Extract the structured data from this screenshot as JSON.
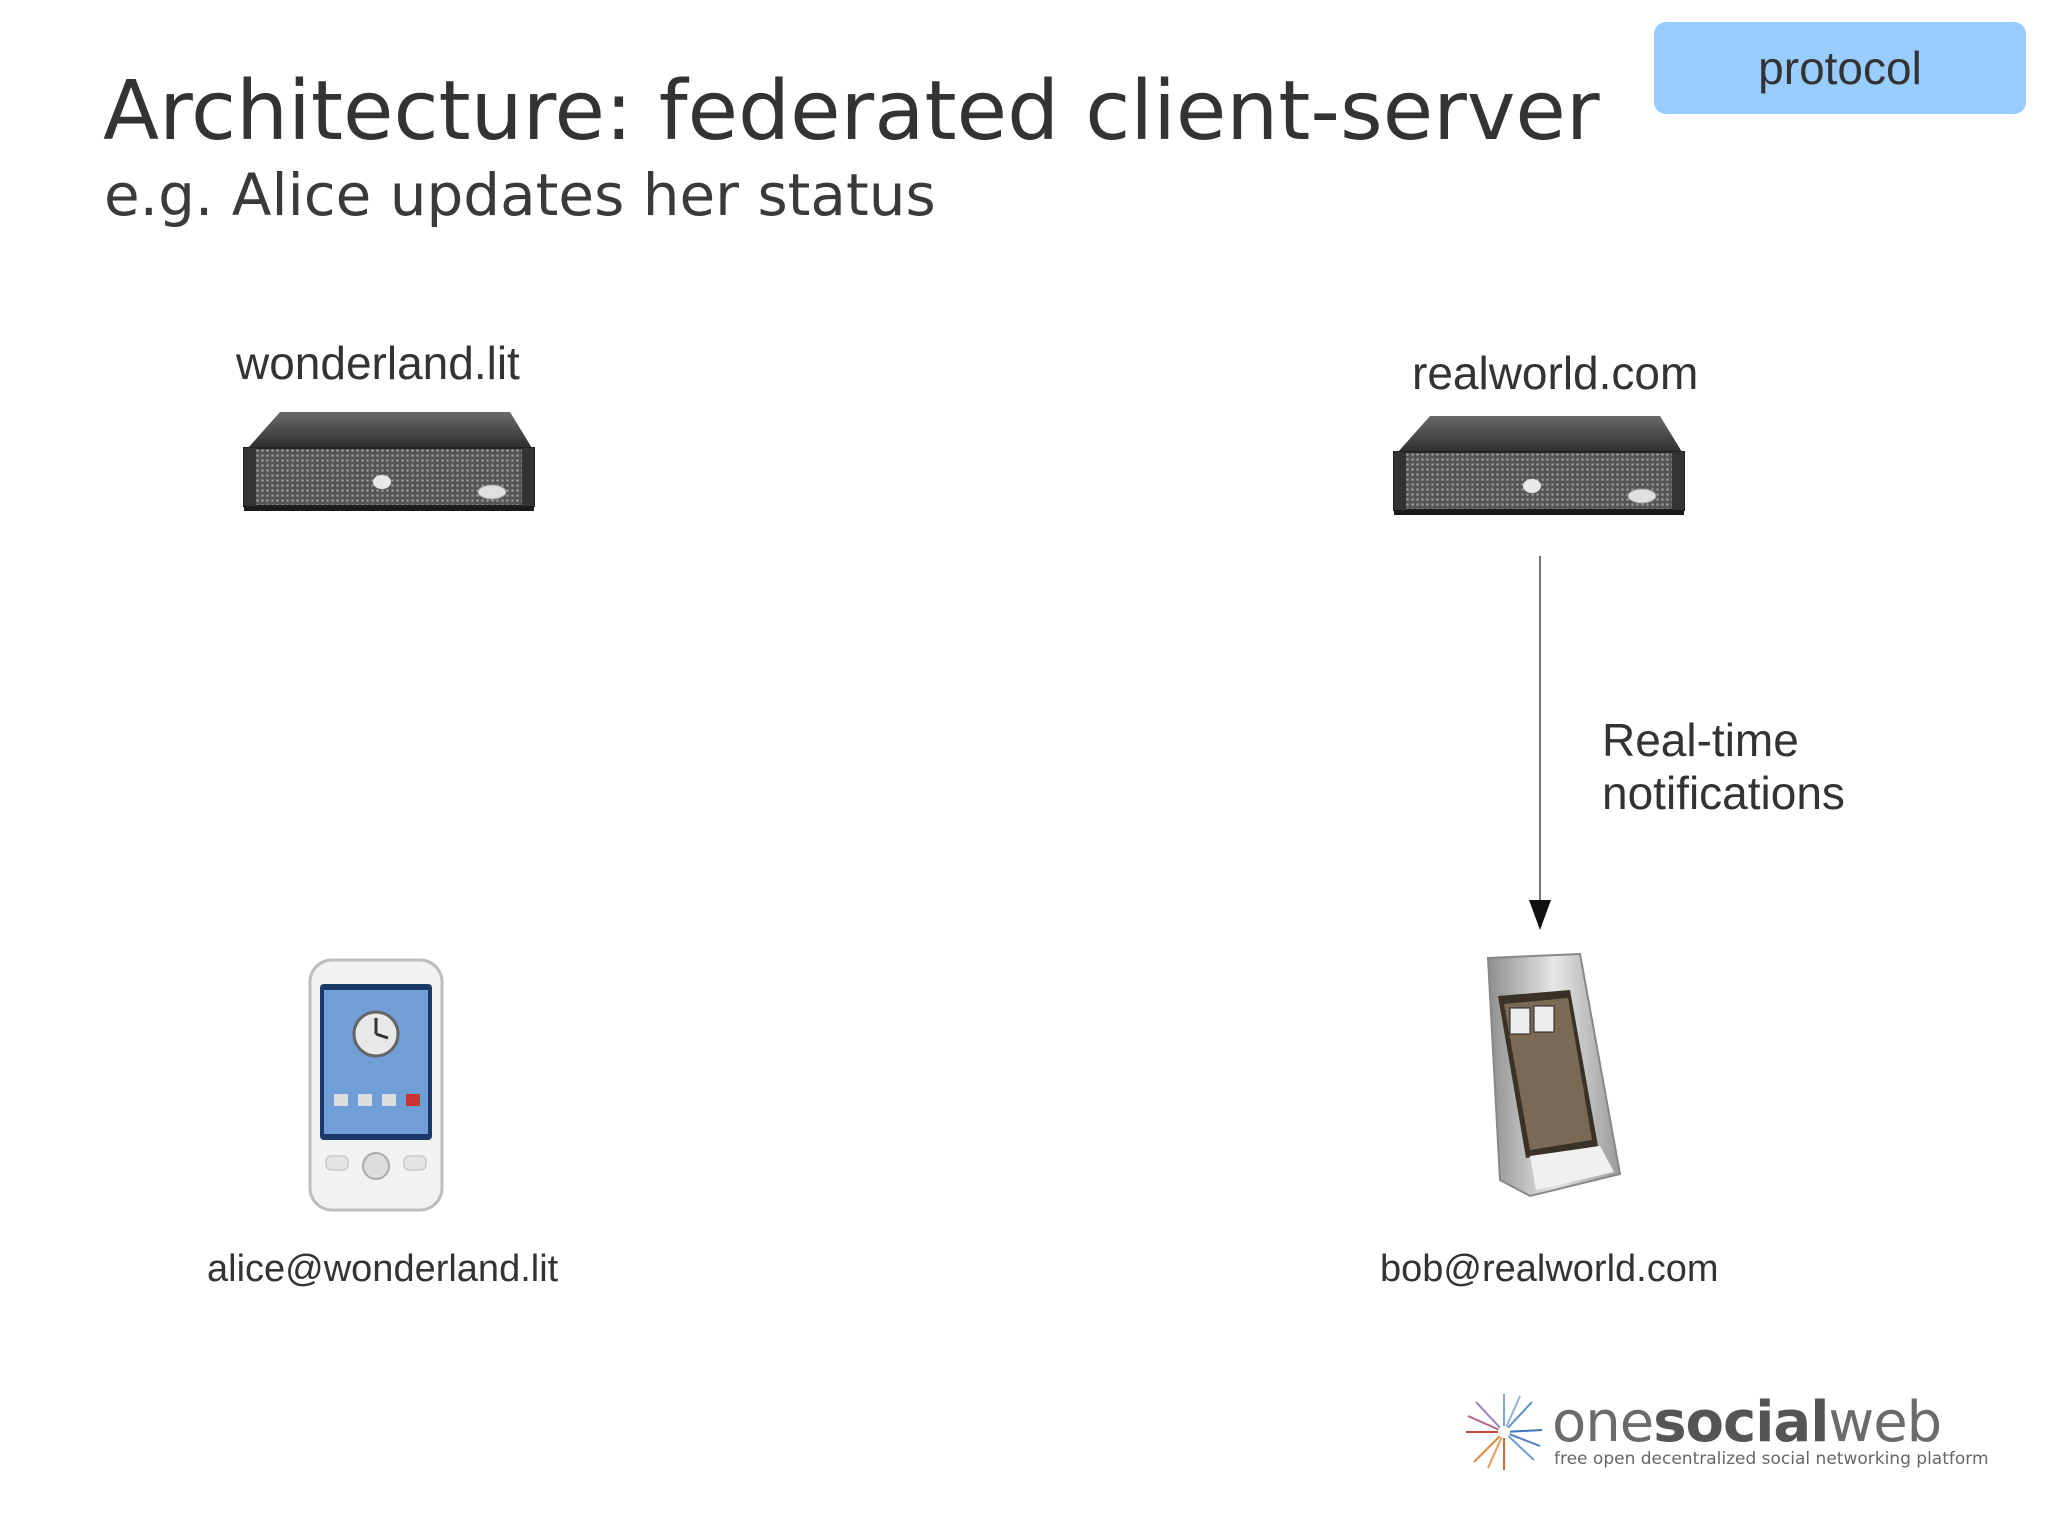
{
  "slide": {
    "title": "Architecture: federated client-server",
    "subtitle": "e.g. Alice updates her status",
    "tag": "protocol"
  },
  "nodes": {
    "left_server": {
      "label": "wonderland.lit",
      "icon": "server-icon"
    },
    "right_server": {
      "label": "realworld.com",
      "icon": "server-icon"
    },
    "left_client": {
      "label": "alice@wonderland.lit",
      "icon": "smartphone-icon"
    },
    "right_client": {
      "label": "bob@realworld.com",
      "icon": "smartphone-icon"
    }
  },
  "edges": [
    {
      "from": "realworld.com",
      "to": "bob@realworld.com",
      "label_line1": "Real-time",
      "label_line2": "notifications"
    }
  ],
  "logo": {
    "word_light1": "one",
    "word_bold": "social",
    "word_light2": "web",
    "tagline": "free open decentralized social networking platform"
  },
  "colors": {
    "tag_bg": "#99ccff",
    "text": "#333333"
  }
}
